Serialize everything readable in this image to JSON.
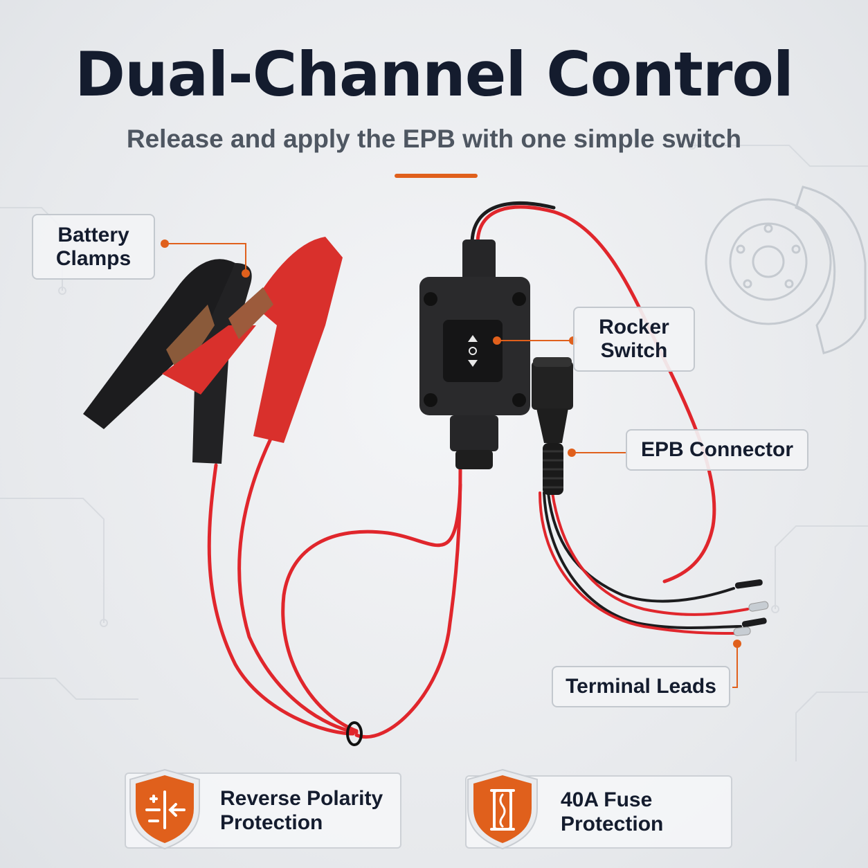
{
  "title": "Dual-Channel Control",
  "subtitle": "Release and apply the EPB with one simple switch",
  "colors": {
    "accent": "#e0601c",
    "title": "#141c2e",
    "wire_red": "#e0262c",
    "clamp_red": "#d9302c",
    "clamp_black": "#1c1c1e",
    "switch_body": "#2a2a2c"
  },
  "callouts": {
    "battery_clamps": {
      "line1": "Battery",
      "line2": "Clamps"
    },
    "rocker_switch": {
      "line1": "Rocker",
      "line2": "Switch"
    },
    "epb_connector": {
      "label": "EPB Connector"
    },
    "terminal_leads": {
      "label": "Terminal Leads"
    }
  },
  "features": [
    {
      "icon": "reverse-polarity-icon",
      "line1": "Reverse Polarity",
      "line2": "Protection"
    },
    {
      "icon": "fuse-icon",
      "line1": "40A Fuse",
      "line2": "Protection"
    }
  ]
}
